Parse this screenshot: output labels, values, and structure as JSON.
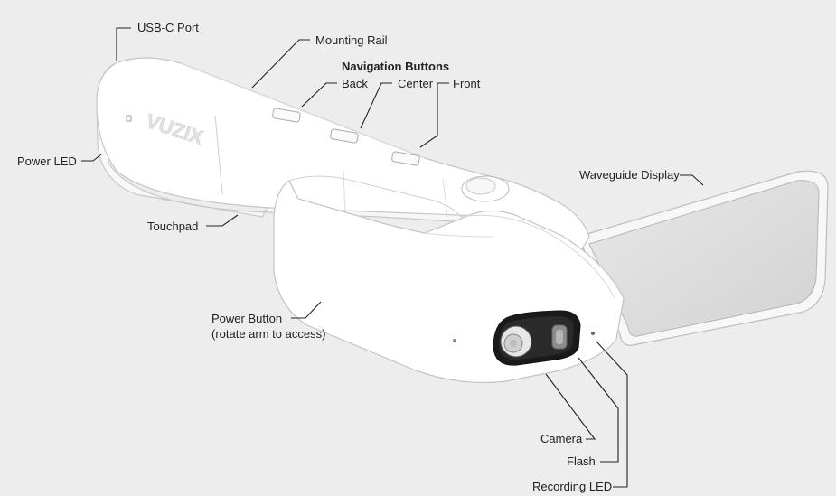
{
  "device": {
    "logo_text": "VUZIX"
  },
  "labels": {
    "usbc_port": "USB-C Port",
    "mounting_rail": "Mounting Rail",
    "navigation_buttons": "Navigation Buttons",
    "back": "Back",
    "center": "Center",
    "front": "Front",
    "power_led": "Power LED",
    "waveguide_display": "Waveguide Display",
    "touchpad": "Touchpad",
    "power_button": "Power Button",
    "power_button_note": "(rotate arm to access)",
    "camera": "Camera",
    "flash": "Flash",
    "recording_led": "Recording LED"
  },
  "colors": {
    "background": "#ededed",
    "body": "#ffffff",
    "outline": "#c8c8c8",
    "lens_ring": "#1a1a1a",
    "display_glass": "#dcdcdc"
  }
}
